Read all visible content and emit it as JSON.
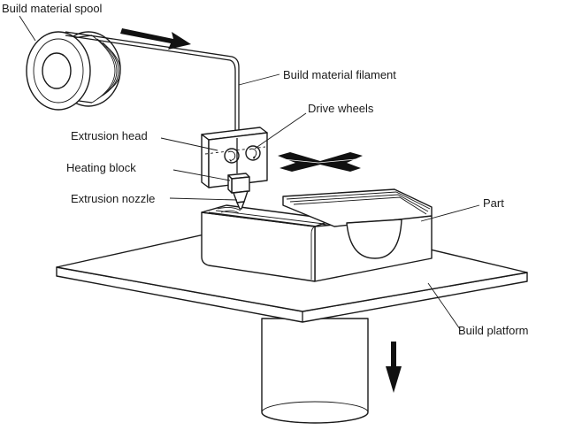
{
  "labels": {
    "spool": "Build material spool",
    "filament": "Build material filament",
    "drive_wheels": "Drive wheels",
    "extrusion_head": "Extrusion head",
    "heating_block": "Heating block",
    "nozzle": "Extrusion nozzle",
    "part": "Part",
    "platform": "Build platform"
  }
}
